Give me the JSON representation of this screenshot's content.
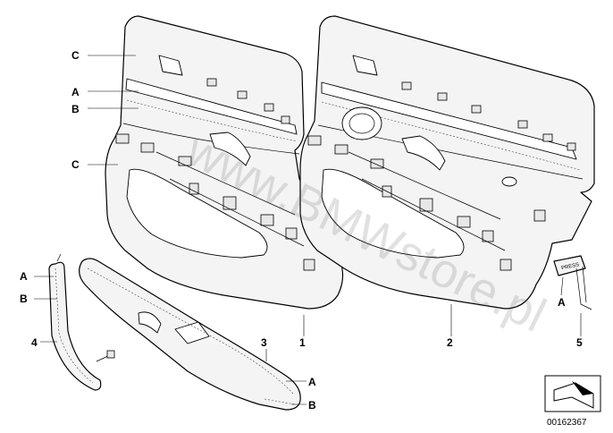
{
  "labels": {
    "c_top": "C",
    "a_top": "A",
    "b_top": "B",
    "c_mid": "C",
    "a_left": "A",
    "b_left": "B",
    "num_4": "4",
    "num_3": "3",
    "num_1": "1",
    "num_2": "2",
    "num_5": "5",
    "a_right": "A",
    "a_bottom": "A",
    "b_bottom": "B"
  },
  "watermark": "www.BMWstore.pl",
  "diagram_number": "00162367"
}
